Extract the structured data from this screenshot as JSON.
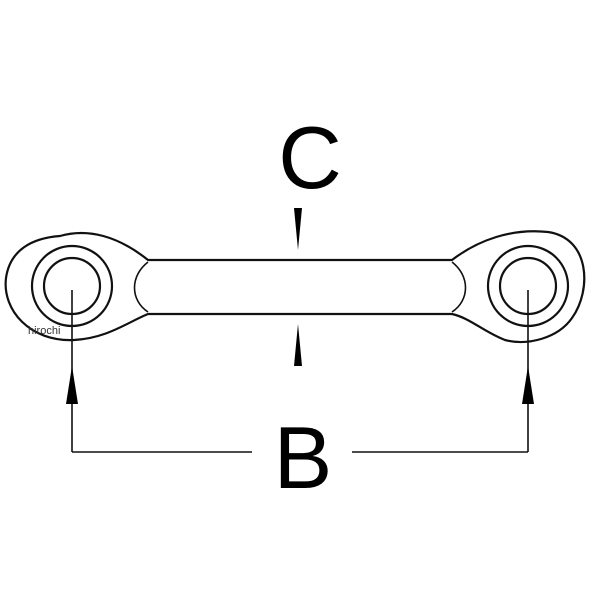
{
  "labels": {
    "thickness": "C",
    "center_distance": "B"
  },
  "watermark": "hirochi",
  "colors": {
    "line": "#111111",
    "background": "#ffffff"
  }
}
